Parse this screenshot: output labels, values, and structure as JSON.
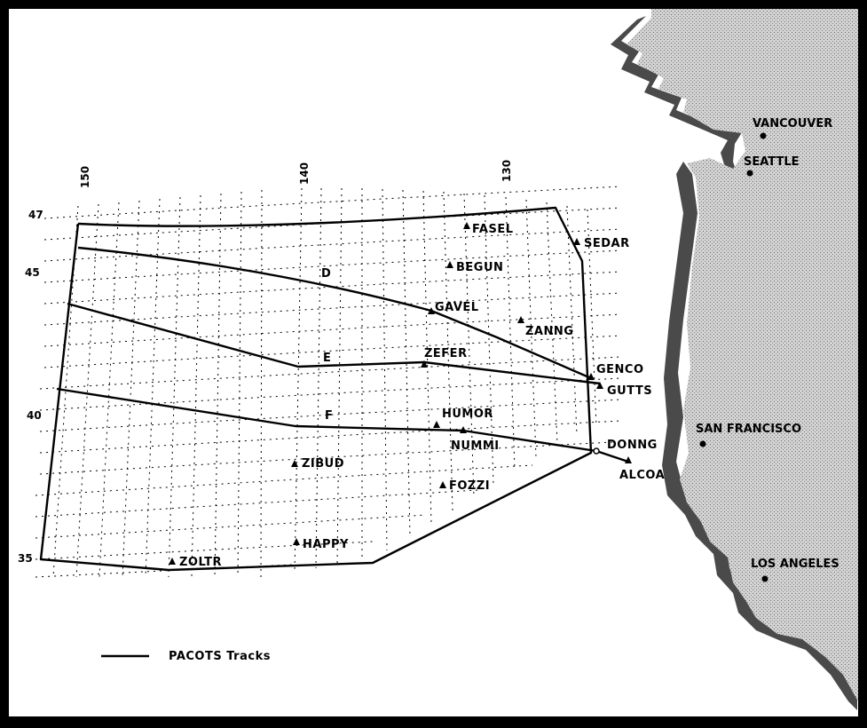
{
  "legend": {
    "label": "PACOTS Tracks"
  },
  "lon_ticks": [
    "150",
    "140",
    "130"
  ],
  "lat_ticks": [
    "47",
    "45",
    "40",
    "35"
  ],
  "track_labels": [
    "D",
    "E",
    "F"
  ],
  "waypoints": [
    "FASEL",
    "SEDAR",
    "BEGUN",
    "GAVEL",
    "ZANNG",
    "ZEFER",
    "GENCO",
    "GUTTS",
    "HUMOR",
    "NUMMI",
    "DONNG",
    "ALCOA",
    "ZIBUD",
    "FOZZI",
    "HAPPY",
    "ZOLTR"
  ],
  "cities": [
    "VANCOUVER",
    "SEATTLE",
    "SAN FRANCISCO",
    "LOS ANGELES"
  ],
  "colors": {
    "ink": "#000000",
    "land": "#bdbdbd",
    "sea": "#ffffff",
    "shadow": "#555555"
  }
}
